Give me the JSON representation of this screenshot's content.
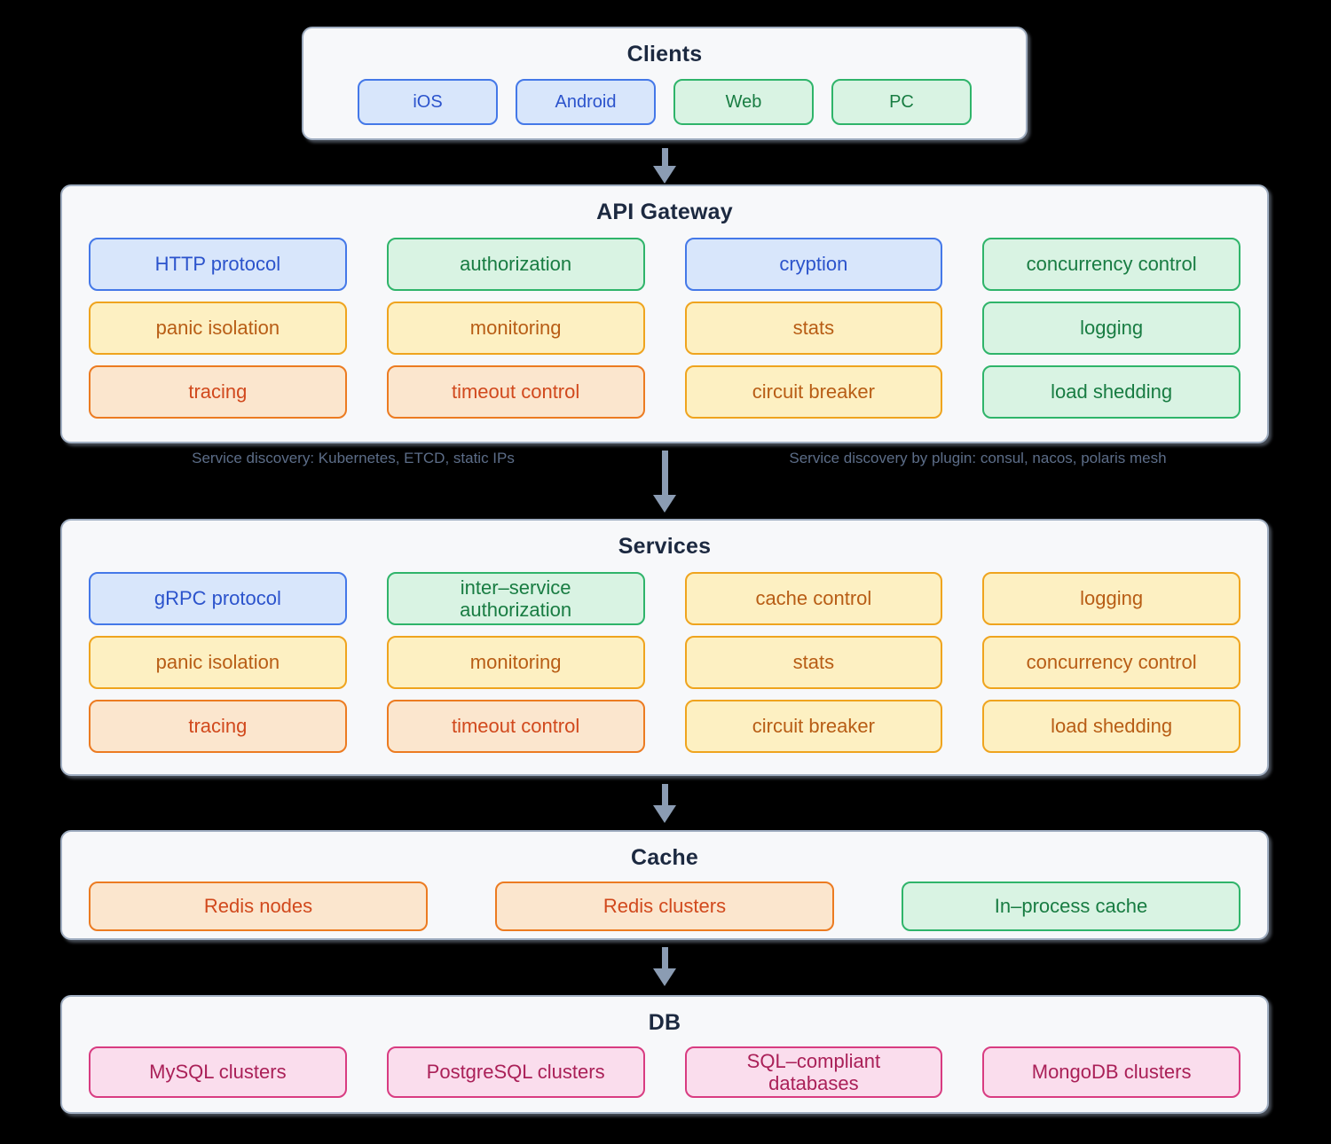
{
  "palette": {
    "canvas_background": "#000000",
    "section": {
      "background": "#f7f8fa",
      "border": "#9fadc0",
      "title_color": "#1c2940"
    },
    "caption_color": "#5c6d88",
    "arrow_color": "#8b9cb3",
    "nodes": {
      "blue": {
        "background": "#d8e6fb",
        "border": "#4478e8",
        "text": "#2b53cc"
      },
      "green": {
        "background": "#d9f3e3",
        "border": "#2fb46a",
        "text": "#187c42"
      },
      "yellow": {
        "background": "#fdf0c2",
        "border": "#efa41e",
        "text": "#b85d15"
      },
      "orange": {
        "background": "#fbe6ce",
        "border": "#ec7b21",
        "text": "#d1491d"
      },
      "pink": {
        "background": "#fadded",
        "border": "#d83c81",
        "text": "#aa2058"
      }
    }
  },
  "diagram": {
    "clients": {
      "title": "Clients",
      "items": [
        {
          "label": "iOS",
          "color": "blue"
        },
        {
          "label": "Android",
          "color": "blue"
        },
        {
          "label": "Web",
          "color": "green"
        },
        {
          "label": "PC",
          "color": "green"
        }
      ]
    },
    "api_gateway": {
      "title": "API Gateway",
      "items": [
        {
          "label": "HTTP protocol",
          "color": "blue"
        },
        {
          "label": "authorization",
          "color": "green"
        },
        {
          "label": "cryption",
          "color": "blue"
        },
        {
          "label": "concurrency control",
          "color": "green"
        },
        {
          "label": "panic isolation",
          "color": "yellow"
        },
        {
          "label": "monitoring",
          "color": "yellow"
        },
        {
          "label": "stats",
          "color": "yellow"
        },
        {
          "label": "logging",
          "color": "green"
        },
        {
          "label": "tracing",
          "color": "orange"
        },
        {
          "label": "timeout control",
          "color": "orange"
        },
        {
          "label": "circuit breaker",
          "color": "yellow"
        },
        {
          "label": "load shedding",
          "color": "green"
        }
      ]
    },
    "service_discovery_notes": {
      "left": "Service discovery: Kubernetes, ETCD, static IPs",
      "right": "Service discovery by plugin: consul, nacos, polaris mesh"
    },
    "services": {
      "title": "Services",
      "items": [
        {
          "label": "gRPC protocol",
          "color": "blue"
        },
        {
          "label": "inter–service\nauthorization",
          "color": "green"
        },
        {
          "label": "cache control",
          "color": "yellow"
        },
        {
          "label": "logging",
          "color": "yellow"
        },
        {
          "label": "panic isolation",
          "color": "yellow"
        },
        {
          "label": "monitoring",
          "color": "yellow"
        },
        {
          "label": "stats",
          "color": "yellow"
        },
        {
          "label": "concurrency control",
          "color": "yellow"
        },
        {
          "label": "tracing",
          "color": "orange"
        },
        {
          "label": "timeout control",
          "color": "orange"
        },
        {
          "label": "circuit breaker",
          "color": "yellow"
        },
        {
          "label": "load shedding",
          "color": "yellow"
        }
      ]
    },
    "cache": {
      "title": "Cache",
      "items": [
        {
          "label": "Redis nodes",
          "color": "orange"
        },
        {
          "label": "Redis clusters",
          "color": "orange"
        },
        {
          "label": "In–process cache",
          "color": "green"
        }
      ]
    },
    "db": {
      "title": "DB",
      "items": [
        {
          "label": "MySQL clusters",
          "color": "pink"
        },
        {
          "label": "PostgreSQL clusters",
          "color": "pink"
        },
        {
          "label": "SQL–compliant\ndatabases",
          "color": "pink"
        },
        {
          "label": "MongoDB clusters",
          "color": "pink"
        }
      ]
    }
  }
}
